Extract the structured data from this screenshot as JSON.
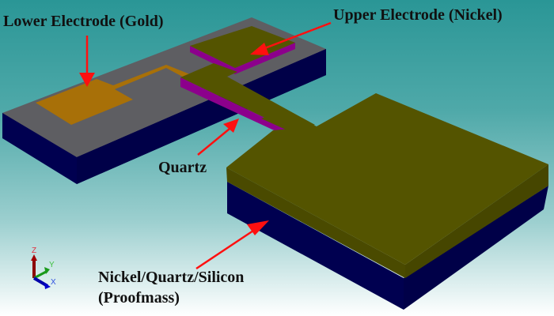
{
  "labels": {
    "lower_electrode": "Lower Electrode (Gold)",
    "upper_electrode": "Upper Electrode (Nickel)",
    "quartz": "Quartz",
    "proofmass_line1": "Nickel/Quartz/Silicon",
    "proofmass_line2": "(Proofmass)"
  },
  "axis_triad": {
    "z": "Z",
    "y": "Y",
    "x": "X"
  },
  "colors": {
    "silicon": "#000050",
    "substrate_top": "#5e5e62",
    "gold": "#a87008",
    "nickel": "#545400",
    "nickel_side": "#4a4a00",
    "quartz": "#8c008c",
    "arrow": "#ff1010"
  }
}
